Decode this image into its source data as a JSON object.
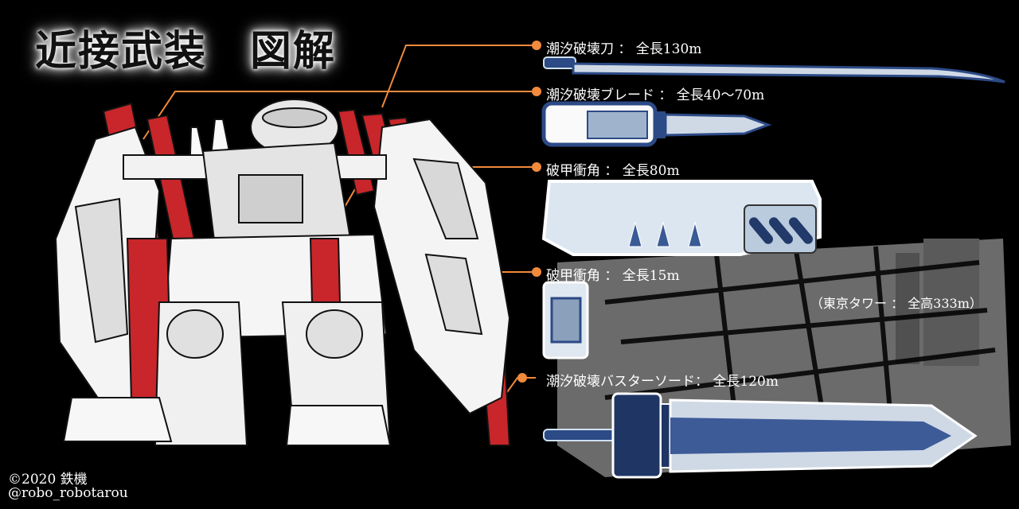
{
  "title": "近接武装　図解",
  "weapons": [
    {
      "label": "潮汐破壊刀 ： 全長130m"
    },
    {
      "label": "潮汐破壊ブレード ： 全長40～70m"
    },
    {
      "label": "破甲衝角 ： 全長80m"
    },
    {
      "label": "破甲衝角 ： 全長15m"
    },
    {
      "label": "潮汐破壊バスターソード： 全長120m"
    }
  ],
  "comparison_note": "（東京タワー ： 全高333m）",
  "credits": {
    "copyright": "©2020 鉄機",
    "handle": "@robo_robotarou"
  },
  "colors": {
    "leader": "#f08a3c",
    "accent_red": "#c8262a",
    "blade_blue": "#2c4a86",
    "pale_blue": "#c8d8ea"
  },
  "icons": [
    "mecha-illustration",
    "tokyo-tower-silhouette"
  ]
}
